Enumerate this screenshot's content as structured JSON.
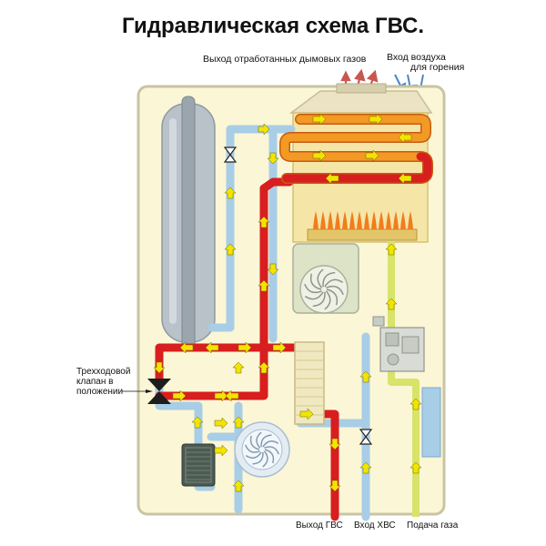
{
  "title": "Гидравлическая схема ГВС.",
  "labels": {
    "exhaust": "Выход отработанных дымовых газов",
    "air_in_1": "Вход воздуха",
    "air_in_2": "для горения",
    "valve_1": "Трехходовой",
    "valve_2": "клапан  в",
    "valve_3": "положении",
    "dhw_out": "Выход ГВС",
    "cold_in": "Вход ХВС",
    "gas_in": "Подача газа"
  },
  "colors": {
    "housing_fill": "#fbf6d6",
    "housing_stroke": "#c8c4a4",
    "hot_pipe": "#d81e1e",
    "cold_pipe": "#a8cde6",
    "gas_pipe": "#d8e36a",
    "flow_arrow": "#f2e400",
    "coil_orange": "#f29a24",
    "chamber": "#f5e6a8",
    "tank": "#b9c1c9",
    "flame": "#f07d1f",
    "exhaust_arrow": "#c8574f",
    "air_arrow": "#4b86c8"
  },
  "icons": [
    "expansion-tank-icon",
    "heat-exchanger-icon",
    "burner-icon",
    "fan-icon",
    "pump-icon",
    "gas-valve-icon",
    "filter-icon",
    "secondary-exchanger-icon",
    "three-way-valve-icon",
    "shutoff-valve-icon"
  ]
}
